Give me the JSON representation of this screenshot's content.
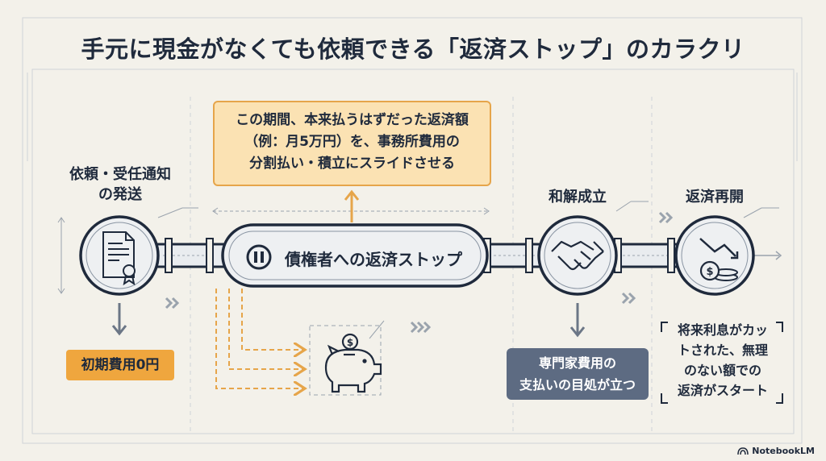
{
  "title": "手元に現金がなくても依頼できる「返済ストップ」のカラクリ",
  "steps": [
    {
      "label_lines": [
        "依頼・受任通知",
        "の発送"
      ],
      "icon": "document-seal-icon"
    },
    {
      "label": "債権者への返済ストップ",
      "icon": "pause-icon"
    },
    {
      "label": "和解成立",
      "icon": "handshake-icon"
    },
    {
      "label": "返済再開",
      "icon": "coins-down-arrow-icon"
    }
  ],
  "top_note_lines": [
    "この期間、本来払うはずだった返済額",
    "（例：月5万円）を、事務所費用の",
    "分割払い・積立にスライドさせる"
  ],
  "initial_fee_badge": "初期費用0円",
  "expert_fee_lines": [
    "専門家費用の",
    "支払いの目処が立つ"
  ],
  "resume_note_lines": [
    "将来利息がカッ",
    "トされた、無理",
    "のない額での",
    "返済がスタート"
  ],
  "savings_icon": "piggy-bank-icon",
  "brand": "NotebookLM",
  "colors": {
    "background": "#f3f1ea",
    "ink": "#1f2a3c",
    "accent_orange": "#efa63e",
    "note_fill": "#fbe2b3",
    "badge_gray": "#5d6b82"
  }
}
